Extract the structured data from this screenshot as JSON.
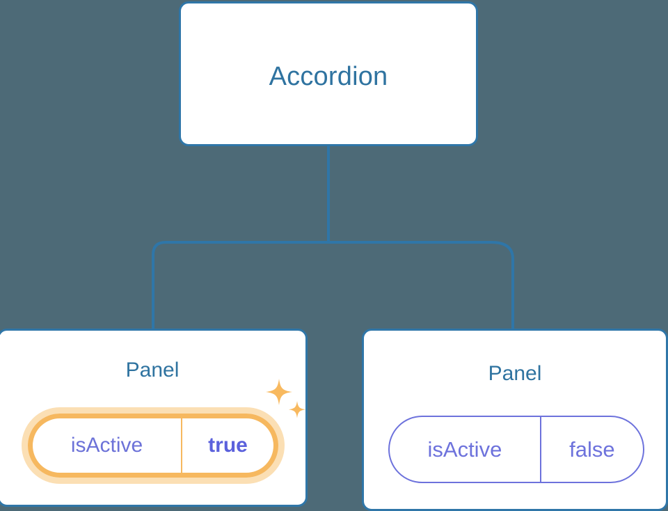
{
  "diagram": {
    "type": "component-tree",
    "background_color": "#4d6a77",
    "accent_color": "#2f76a8",
    "highlight_color": "#f6b85f",
    "highlight_glow_color": "#fbdfb4",
    "prop_color": "#6d72dc"
  },
  "root": {
    "label": "Accordion"
  },
  "panels": [
    {
      "label": "Panel",
      "highlighted": true,
      "prop": {
        "key": "isActive",
        "value": "true"
      },
      "sparkle_icon": "sparkle-icon"
    },
    {
      "label": "Panel",
      "highlighted": false,
      "prop": {
        "key": "isActive",
        "value": "false"
      }
    }
  ]
}
